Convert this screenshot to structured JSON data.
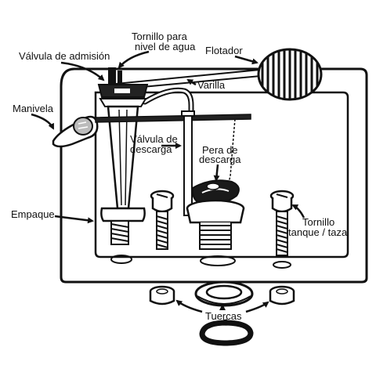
{
  "labels": {
    "tornillo_nivel_1": "Tornillo para",
    "tornillo_nivel_2": "nivel de agua",
    "valvula_admision": "Válvula de admisión",
    "flotador": "Flotador",
    "varilla": "Varilla",
    "manivela": "Manivela",
    "valvula_descarga_1": "Válvula de",
    "valvula_descarga_2": "descarga",
    "pera_1": "Pera de",
    "pera_2": "descarga",
    "empaque": "Empaque",
    "tornillo_tanque_1": "Tornillo",
    "tornillo_tanque_2": "tanque / taza",
    "tuercas": "Tuercas"
  },
  "colors": {
    "ink": "#111111",
    "background": "#ffffff"
  }
}
